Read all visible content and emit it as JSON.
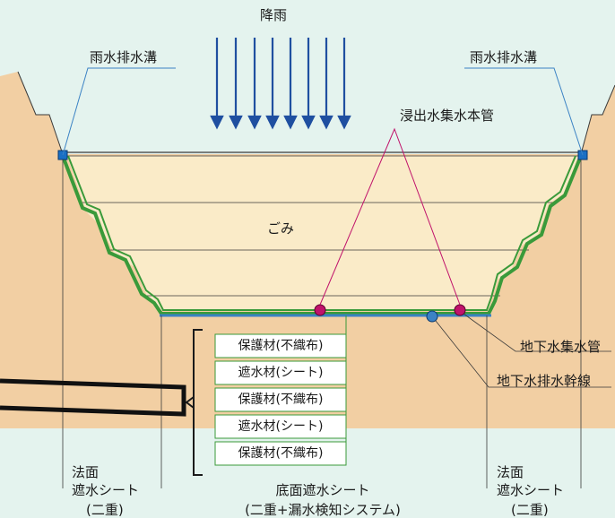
{
  "rain_label": "降雨",
  "left_drain_label": "雨水排水溝",
  "right_drain_label": "雨水排水溝",
  "leachate_pipe_label": "浸出水集水本管",
  "waste_label": "ごみ",
  "groundwater_collection_label": "地下水集水管",
  "groundwater_drain_label": "地下水排水幹線",
  "liner_layers": [
    "保護材(不織布)",
    "遮水材(シート)",
    "保護材(不織布)",
    "遮水材(シート)",
    "保護材(不織布)"
  ],
  "left_slope": {
    "line1": "法面",
    "line2": "遮水シート",
    "line3": "(二重)"
  },
  "bottom": {
    "line1": "底面遮水シート",
    "line2": "(二重+漏水検知システム)"
  },
  "right_slope": {
    "line1": "法面",
    "line2": "遮水シート",
    "line3": "(二重)"
  },
  "colors": {
    "background": "#e4f3ee",
    "ground": "#f2cfa3",
    "waste": "#faebc8",
    "liner_green": "#3a9a3a",
    "liner_blue": "#3b82c4",
    "pipe_magenta": "#c0136b",
    "leader_magenta": "#c0136b",
    "leader_blue": "#3b82c4",
    "rain_arrow": "#1f4fa0"
  }
}
